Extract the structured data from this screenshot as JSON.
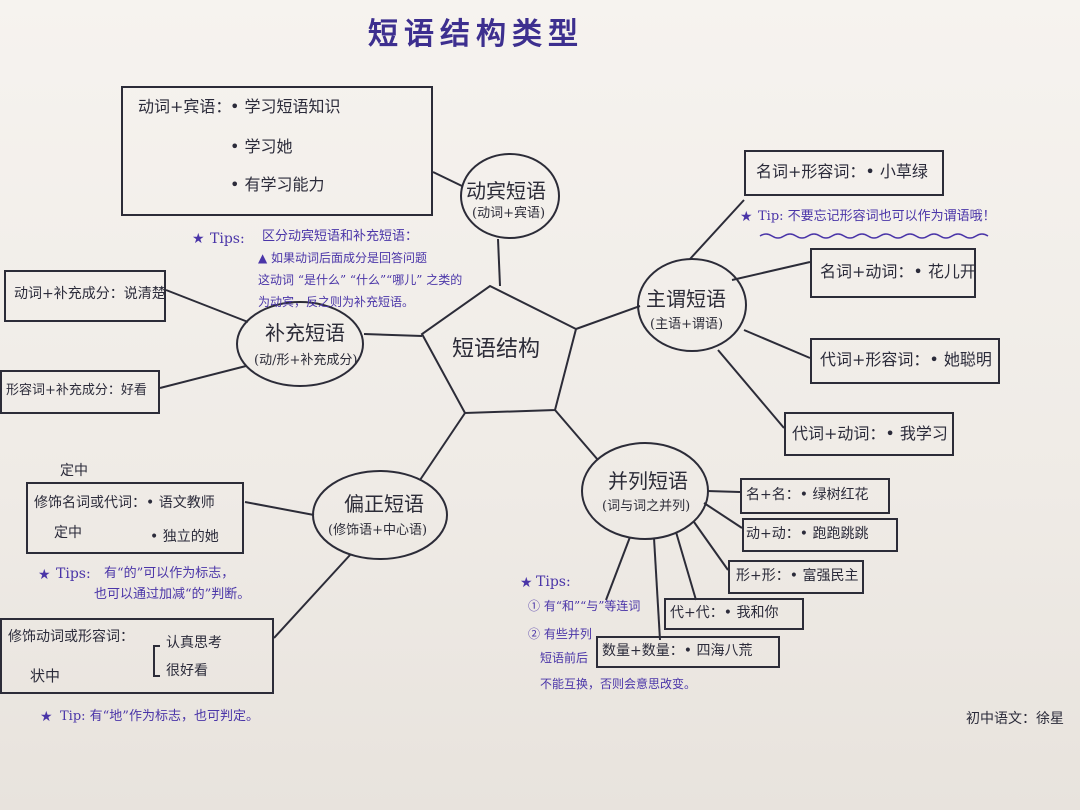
{
  "title": "短语结构类型",
  "center": "短语结构",
  "verb_object": {
    "label": "动宾短语",
    "sub": "(动词+宾语)",
    "box_lead": "动词+宾语：",
    "examples": [
      "• 学习短语知识",
      "• 学习她",
      "• 有学习能力"
    ],
    "tip_lead": "Tips:",
    "tip_lines": [
      "区分动宾短语和补充短语：",
      "▲ 如果动词后面成分是回答问题",
      "这动词 “是什么” “什么”“哪儿” 之类的",
      "为动宾，反之则为补充短语。"
    ]
  },
  "subject_predicate": {
    "label": "主谓短语",
    "sub": "(主语+谓语)",
    "items": [
      "名词+形容词：• 小草绿",
      "名词+动词：• 花儿开",
      "代词+形容词：• 她聪明",
      "代词+动词：• 我学习"
    ],
    "tip": "Tip: 不要忘记形容词也可以作为谓语哦！"
  },
  "complement": {
    "label": "补充短语",
    "sub": "(动/形+补充成分)",
    "items": [
      "动词+补充成分：说清楚",
      "形容词+补充成分：好看"
    ]
  },
  "modifier": {
    "label": "偏正短语",
    "sub": "(修饰语+中心语)",
    "ding_mark": "定中",
    "ding_box": "修饰名词或代词：• 语文教师",
    "ding_label": "定中",
    "ding_example": "• 独立的她",
    "tip1_lead": "Tips:",
    "tip1_lines": [
      "有“的”可以作为标志，",
      "也可以通过加减“的”判断。"
    ],
    "zhuang_box": "修饰动词或形容词：",
    "zhuang_examples": [
      "认真思考",
      "很好看"
    ],
    "zhuang_label": "状中",
    "tip2": "Tip: 有“地”作为标志，也可判定。"
  },
  "coordinate": {
    "label": "并列短语",
    "sub": "(词与词之并列)",
    "items": [
      "名+名：• 绿树红花",
      "动+动：• 跑跑跳跳",
      "形+形：• 富强民主",
      "代+代：• 我和你",
      "数量+数量：• 四海八荒"
    ],
    "tip_lead": "Tips:",
    "tip_lines": [
      "① 有“和”“与”等连词",
      "② 有些并列",
      "短语前后",
      "不能互换，否则会意思改变。"
    ]
  },
  "signature": "初中语文：徐星"
}
